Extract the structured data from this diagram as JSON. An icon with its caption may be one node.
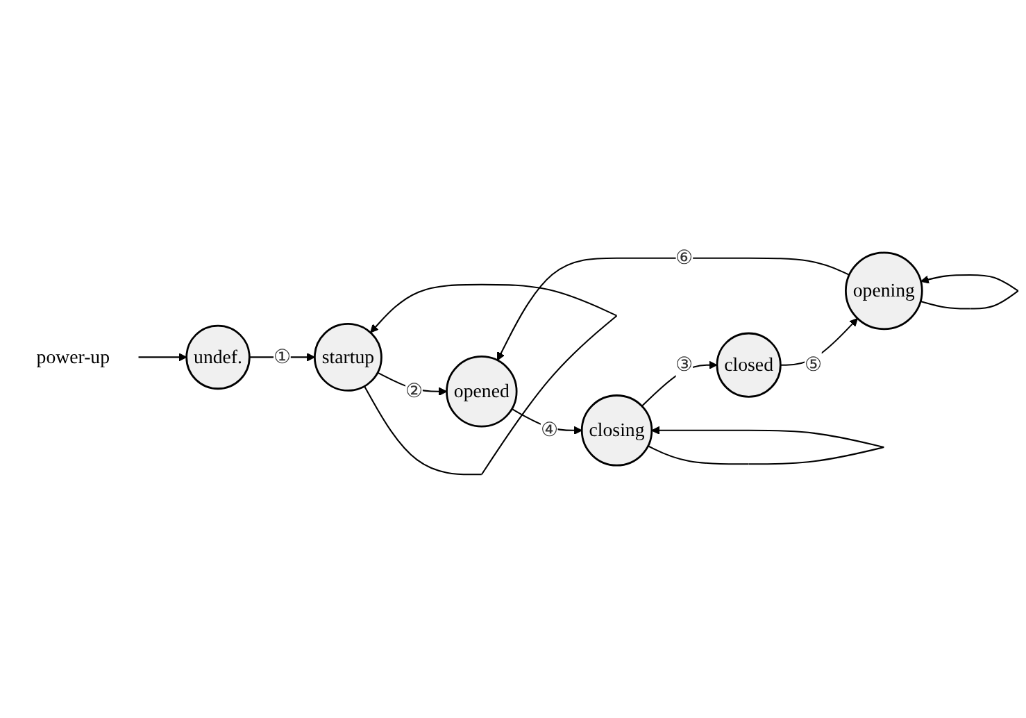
{
  "diagram": {
    "nodes": [
      {
        "text": [
          "power-up"
        ]
      },
      {
        "text": [
          "undef."
        ]
      },
      {
        "text": [
          "startup"
        ]
      },
      {
        "text": [
          "opened"
        ]
      },
      {
        "text": [
          "closing"
        ]
      },
      {
        "text": [
          "closed"
        ]
      },
      {
        "text": [
          "opening"
        ]
      }
    ],
    "edges": [
      {
        "from": 0,
        "to": 1,
        "arrow": "to"
      },
      {
        "from": 1,
        "to": 2,
        "arrow": "to",
        "label": "①"
      },
      {
        "from": 2,
        "to": 2,
        "arrow": "to"
      },
      {
        "from": 2,
        "to": 3,
        "arrow": "to",
        "label": "②"
      },
      {
        "from": 3,
        "to": 4,
        "arrow": "to",
        "label": "④"
      },
      {
        "from": 4,
        "to": 4,
        "arrow": "to"
      },
      {
        "from": 4,
        "to": 5,
        "arrow": "to",
        "label": "③"
      },
      {
        "from": 5,
        "to": 6,
        "arrow": "to",
        "label": "⑤"
      },
      {
        "from": 6,
        "to": 6,
        "arrow": "to"
      },
      {
        "from": 6,
        "to": 3,
        "arrow": "to",
        "label": "⑥"
      }
    ]
  }
}
